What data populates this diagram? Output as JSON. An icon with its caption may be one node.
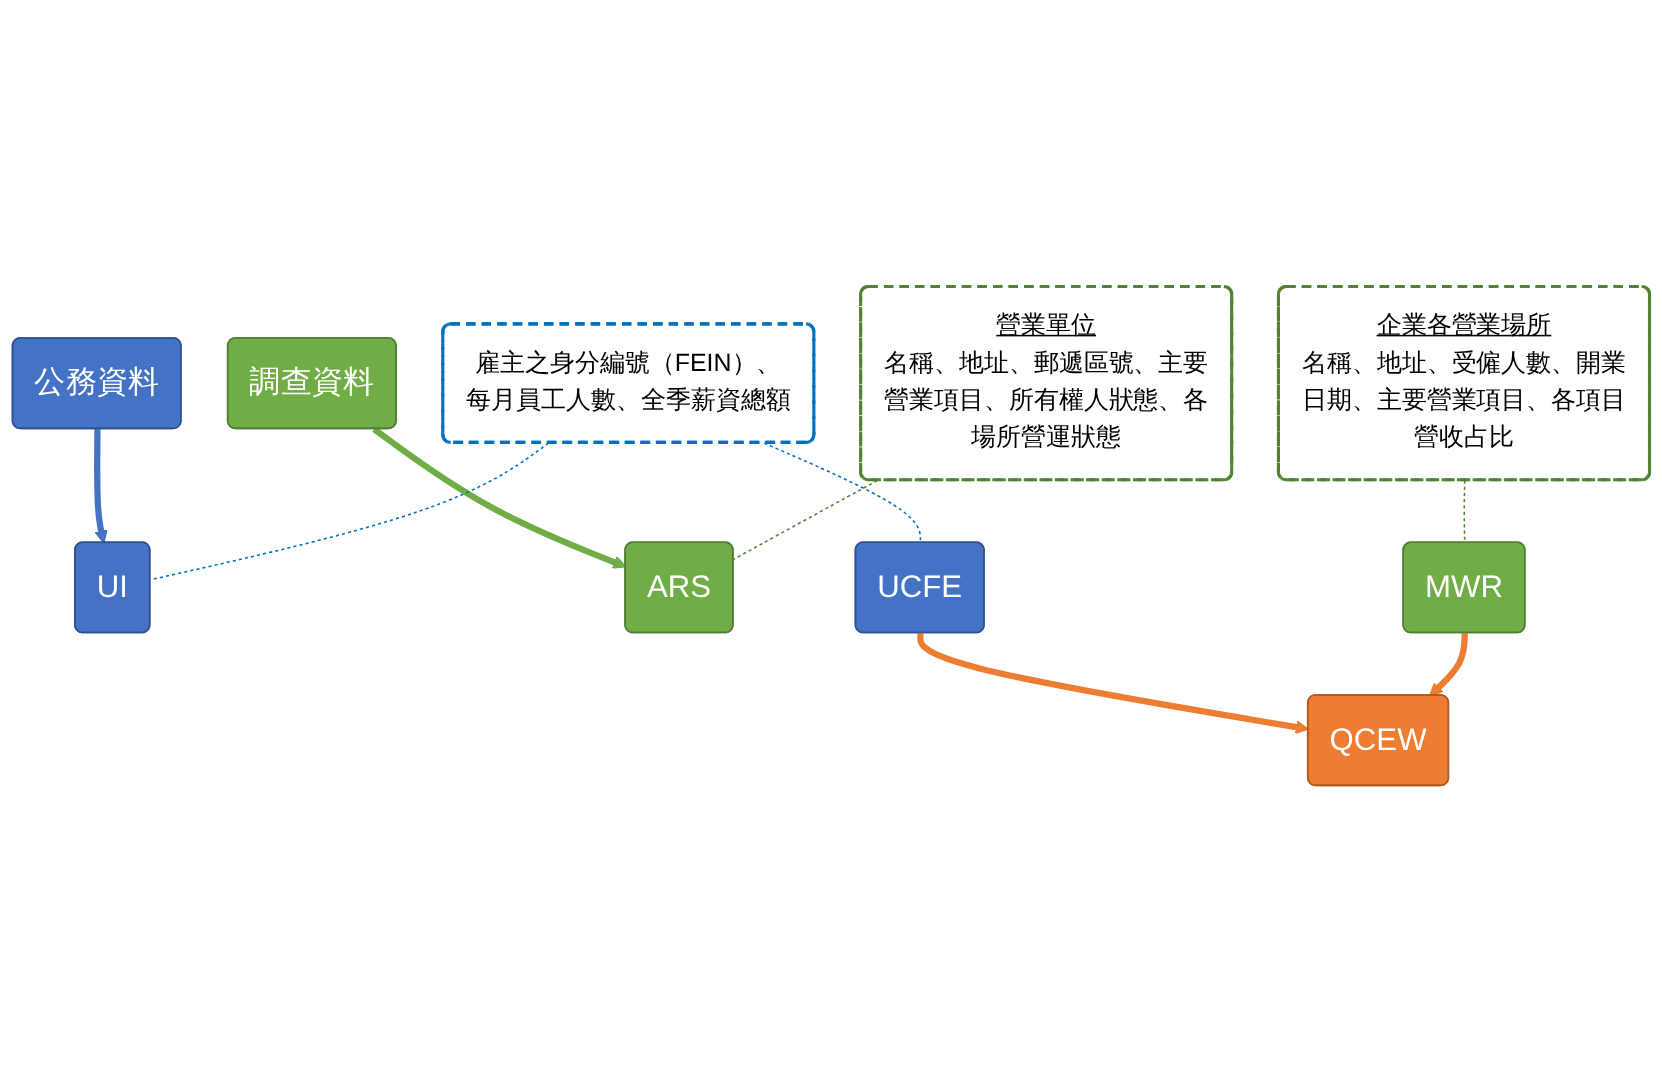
{
  "diagram": {
    "nodes": [
      {
        "text": [
          "公務資料"
        ]
      },
      {
        "text": [
          "調查資料"
        ]
      },
      {
        "text": [
          "UI"
        ]
      },
      {
        "text": [
          "ARS"
        ]
      },
      {
        "text": [
          "UCFE"
        ]
      },
      {
        "text": [
          "MWR"
        ]
      },
      {
        "text": [
          "QCEW"
        ]
      },
      {
        "text": [
          "雇主之身分編號（FEIN）、每月員工人數、全季薪資總額"
        ]
      },
      {
        "text": [
          "營業單位",
          "名稱、地址、郵遞區號、主要營業項目、所有權人狀態、各場所營運狀態"
        ]
      },
      {
        "text": [
          "企業各營業場所",
          "名稱、地址、受僱人數、開業日期、主要營業項目、各項目營收占比"
        ]
      }
    ],
    "edges": [
      {
        "from": 0,
        "to": 2,
        "arrow": "to",
        "style": "thick",
        "color": "#4472c4"
      },
      {
        "from": 1,
        "to": 3,
        "arrow": "to",
        "style": "thick",
        "color": "#70ad47"
      },
      {
        "from": 4,
        "to": 6,
        "arrow": "to",
        "style": "thick",
        "color": "#ed7d31"
      },
      {
        "from": 5,
        "to": 6,
        "arrow": "to",
        "style": "thick",
        "color": "#ed7d31"
      },
      {
        "from": 7,
        "to": 2,
        "arrow": "none",
        "style": "dashed",
        "color": "#0070c0"
      },
      {
        "from": 7,
        "to": 4,
        "arrow": "none",
        "style": "dashed",
        "color": "#0070c0"
      },
      {
        "from": 8,
        "to": 3,
        "arrow": "none",
        "style": "dashed",
        "color": "#548235"
      },
      {
        "from": 9,
        "to": 5,
        "arrow": "none",
        "style": "dashed",
        "color": "#548235"
      }
    ]
  }
}
